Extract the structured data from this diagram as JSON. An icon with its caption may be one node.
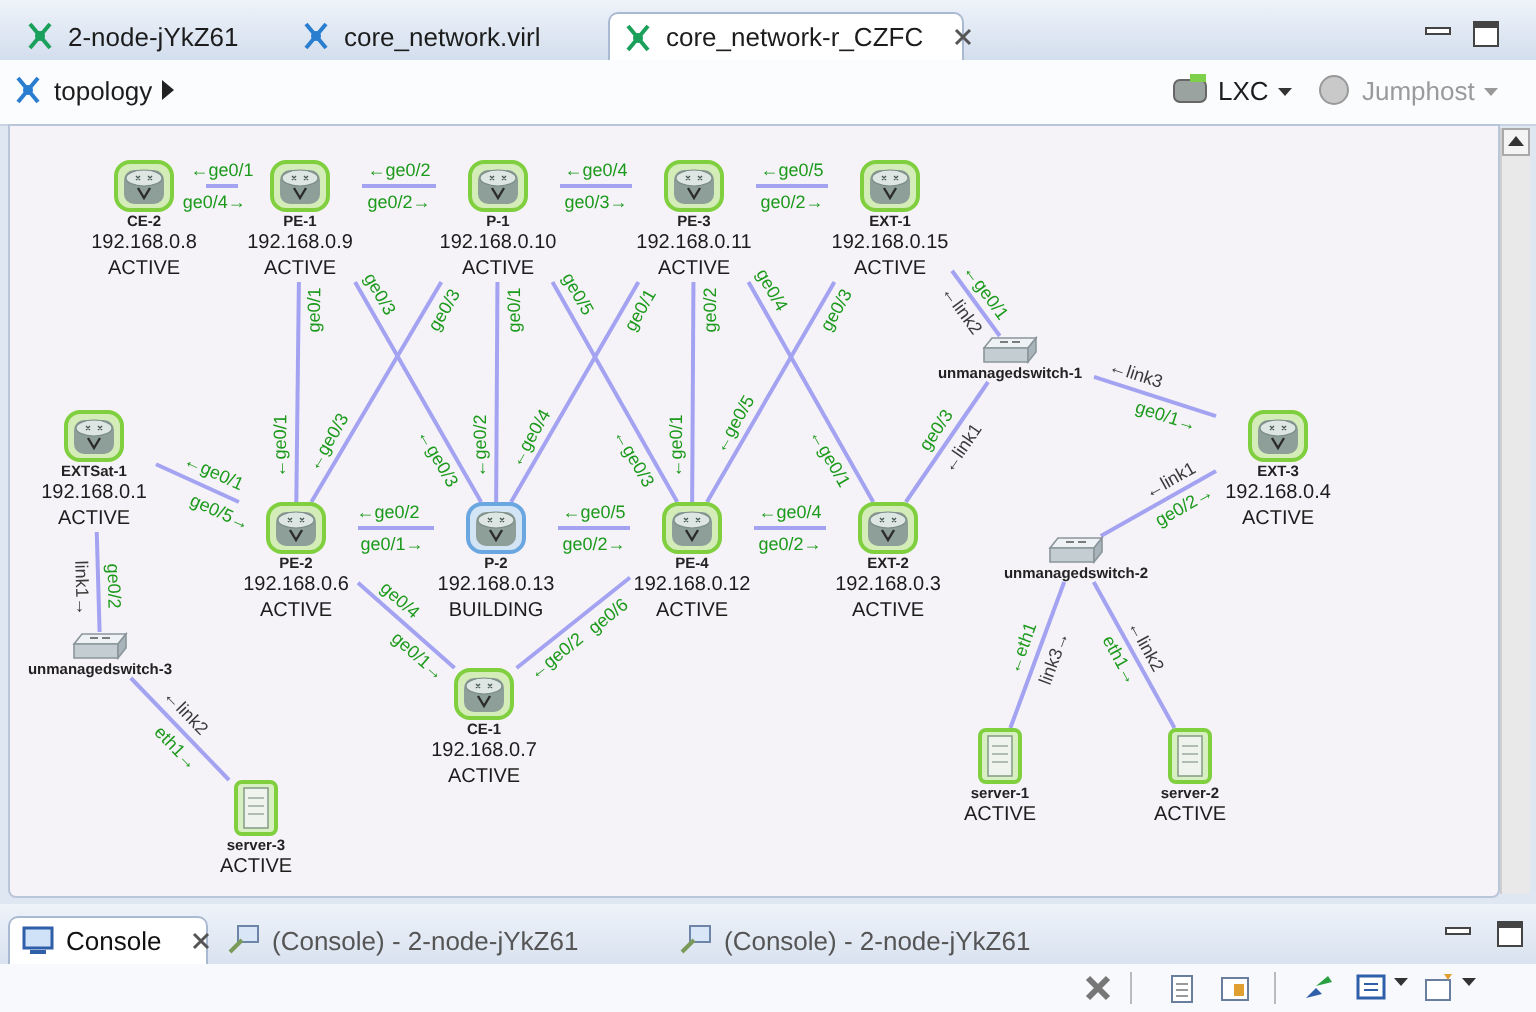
{
  "diagram": {
    "nodes": [
      {
        "text": [
          "CE-2",
          "192.168.0.8",
          "ACTIVE"
        ]
      },
      {
        "text": [
          "PE-1",
          "192.168.0.9",
          "ACTIVE"
        ]
      },
      {
        "text": [
          "P-1",
          "192.168.0.10",
          "ACTIVE"
        ]
      },
      {
        "text": [
          "PE-3",
          "192.168.0.11",
          "ACTIVE"
        ]
      },
      {
        "text": [
          "EXT-1",
          "192.168.0.15",
          "ACTIVE"
        ]
      },
      {
        "text": [
          "EXTSat-1",
          "192.168.0.1",
          "ACTIVE"
        ]
      },
      {
        "text": [
          "PE-2",
          "192.168.0.6",
          "ACTIVE"
        ]
      },
      {
        "text": [
          "P-2",
          "192.168.0.13",
          "BUILDING"
        ]
      },
      {
        "text": [
          "PE-4",
          "192.168.0.12",
          "ACTIVE"
        ]
      },
      {
        "text": [
          "EXT-2",
          "192.168.0.3",
          "ACTIVE"
        ]
      },
      {
        "text": [
          "CE-1",
          "192.168.0.7",
          "ACTIVE"
        ]
      },
      {
        "text": [
          "unmanagedswitch-1"
        ]
      },
      {
        "text": [
          "EXT-3",
          "192.168.0.4",
          "ACTIVE"
        ]
      },
      {
        "text": [
          "unmanagedswitch-2"
        ]
      },
      {
        "text": [
          "unmanagedswitch-3"
        ]
      },
      {
        "text": [
          "server-1",
          "ACTIVE"
        ]
      },
      {
        "text": [
          "server-2",
          "ACTIVE"
        ]
      },
      {
        "text": [
          "server-3",
          "ACTIVE"
        ]
      }
    ],
    "edges": [
      {
        "from": 0,
        "to": 1,
        "arrow": "none"
      },
      {
        "from": 1,
        "to": 2,
        "arrow": "none"
      },
      {
        "from": 2,
        "to": 3,
        "arrow": "none"
      },
      {
        "from": 3,
        "to": 4,
        "arrow": "none"
      },
      {
        "from": 1,
        "to": 6,
        "arrow": "none"
      },
      {
        "from": 1,
        "to": 7,
        "arrow": "none"
      },
      {
        "from": 2,
        "to": 6,
        "arrow": "none"
      },
      {
        "from": 2,
        "to": 7,
        "arrow": "none"
      },
      {
        "from": 2,
        "to": 8,
        "arrow": "none"
      },
      {
        "from": 3,
        "to": 7,
        "arrow": "none"
      },
      {
        "from": 3,
        "to": 8,
        "arrow": "none"
      },
      {
        "from": 3,
        "to": 9,
        "arrow": "none"
      },
      {
        "from": 4,
        "to": 8,
        "arrow": "none"
      },
      {
        "from": 4,
        "to": 11,
        "arrow": "none"
      },
      {
        "from": 9,
        "to": 11,
        "arrow": "none"
      },
      {
        "from": 5,
        "to": 6,
        "arrow": "none"
      },
      {
        "from": 6,
        "to": 7,
        "arrow": "none"
      },
      {
        "from": 7,
        "to": 8,
        "arrow": "none"
      },
      {
        "from": 8,
        "to": 9,
        "arrow": "none"
      },
      {
        "from": 5,
        "to": 14,
        "arrow": "none"
      },
      {
        "from": 6,
        "to": 10,
        "arrow": "none"
      },
      {
        "from": 8,
        "to": 10,
        "arrow": "none"
      },
      {
        "from": 14,
        "to": 17,
        "arrow": "none"
      },
      {
        "from": 11,
        "to": 12,
        "arrow": "none"
      },
      {
        "from": 12,
        "to": 13,
        "arrow": "none"
      },
      {
        "from": 13,
        "to": 15,
        "arrow": "none"
      },
      {
        "from": 13,
        "to": 16,
        "arrow": "none"
      }
    ],
    "labels": [
      "2-node-jYkZ61",
      "core_network.virl",
      "core_network-r_CZFC",
      "topology",
      "LXC",
      "Jumphost",
      "←ge0/1",
      "ge0/4→",
      "←ge0/2",
      "ge0/2→",
      "←ge0/4",
      "ge0/3→",
      "←ge0/5",
      "ge0/2→",
      "ge0/1",
      "←ge0/1",
      "ge0/3",
      "←ge0/3",
      "ge0/3",
      "←ge0/3",
      "ge0/1",
      "←ge0/2",
      "ge0/5",
      "←ge0/3",
      "ge0/1",
      "←ge0/4",
      "ge0/2",
      "←ge0/1",
      "ge0/4",
      "←ge0/1",
      "ge0/3",
      "←ge0/5",
      "←link2",
      "←ge0/1",
      "ge0/3",
      "←link1",
      "←ge0/1",
      "ge0/5→",
      "←ge0/2",
      "ge0/1→",
      "←ge0/5",
      "ge0/2→",
      "←ge0/4",
      "ge0/2→",
      "link1→",
      "ge0/2",
      "ge0/4",
      "ge0/1→",
      "ge0/6",
      "←ge0/2",
      "←link2",
      "eth1→",
      "←link3",
      "ge0/1→",
      "←link1",
      "ge0/2→",
      "←eth1",
      "link3→",
      "eth1→",
      "←link2",
      "Console",
      "(Console) - 2-node-jYkZ61",
      "(Console) - 2-node-jYkZ61"
    ]
  }
}
